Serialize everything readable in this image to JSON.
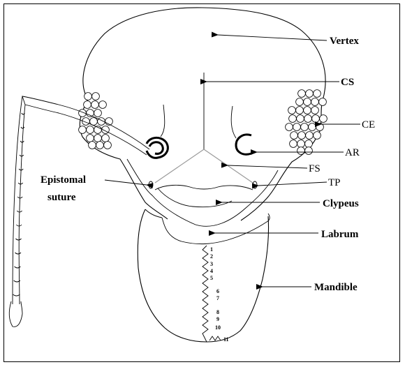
{
  "labels": {
    "vertex": "Vertex",
    "cs": "CS",
    "ce": "CE",
    "ar": "AR",
    "fs": "FS",
    "tp": "TP",
    "epistomal_line1": "Epistomal",
    "epistomal_line2": "suture",
    "clypeus": "Clypeus",
    "labrum": "Labrum",
    "mandible": "Mandible"
  },
  "teeth": [
    "1",
    "2",
    "3",
    "4",
    "5",
    "6",
    "7",
    "8",
    "9",
    "10",
    "11"
  ]
}
